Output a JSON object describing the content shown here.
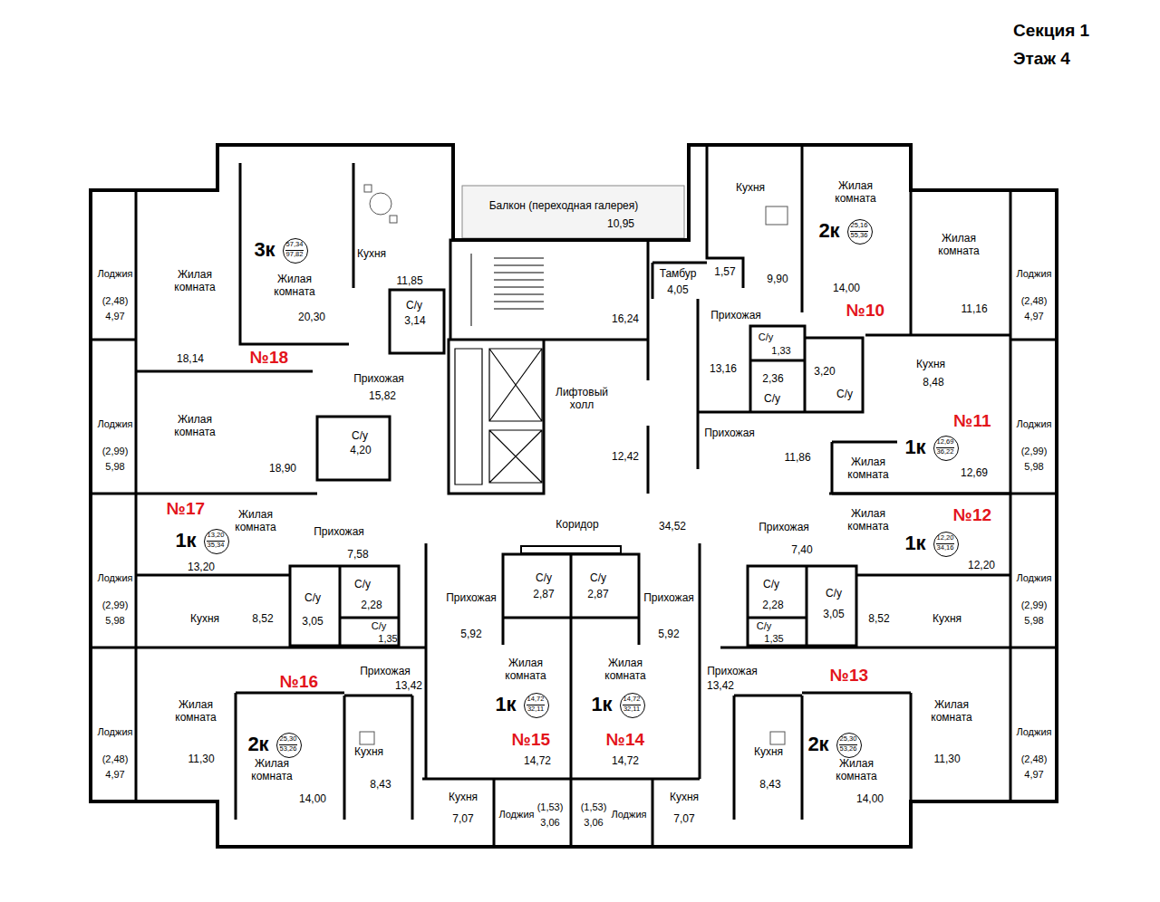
{
  "diagram": {
    "title": "Секция 1 Этаж 4",
    "nodes": [
      {
        "text": [
          "Лоджия",
          "(2,48)",
          "4,97"
        ]
      },
      {
        "text": [
          "Жилая комната",
          "18,14"
        ]
      },
      {
        "text": [
          "Жилая комната",
          "20,30"
        ]
      },
      {
        "text": [
          "3к",
          "57,34",
          "97,82"
        ],
        "in": 2
      },
      {
        "text": [
          "Кухня",
          "11,85"
        ]
      },
      {
        "text": [
          "С/у",
          "3,14"
        ]
      },
      {
        "text": [
          "Прихожая",
          "15,82"
        ]
      },
      {
        "text": [
          "С/у",
          "4,20"
        ]
      },
      {
        "text": [
          "Лоджия",
          "(2,99)",
          "5,98"
        ]
      },
      {
        "text": [
          "Жилая комната",
          "18,90"
        ]
      },
      {
        "text": [
          "Лоджия",
          "(2,99)",
          "5,98"
        ]
      },
      {
        "text": [
          "Жилая комната",
          "13,20"
        ]
      },
      {
        "text": [
          "1к",
          "13,20",
          "35,34"
        ],
        "in": 11
      },
      {
        "text": [
          "Кухня",
          "8,52"
        ]
      },
      {
        "text": [
          "Прихожая",
          "7,58"
        ]
      },
      {
        "text": [
          "С/у",
          "3,05"
        ]
      },
      {
        "text": [
          "С/у",
          "2,28"
        ]
      },
      {
        "text": [
          "С/у",
          "1,35"
        ]
      },
      {
        "text": [
          "Прихожая",
          "13,42"
        ]
      },
      {
        "text": [
          "Лоджия",
          "(2,48)",
          "4,97"
        ]
      },
      {
        "text": [
          "Жилая комната",
          "11,30"
        ]
      },
      {
        "text": [
          "Жилая комната",
          "14,00"
        ]
      },
      {
        "text": [
          "2к",
          "25,30",
          "53,26"
        ],
        "in": 21
      },
      {
        "text": [
          "Кухня",
          "8,43"
        ]
      },
      {
        "text": [
          "Балкон (переходная галерея)",
          "10,95"
        ]
      },
      {
        "text": [
          "Тамбур",
          "4,05"
        ]
      },
      {
        "text": [
          "16,24"
        ]
      },
      {
        "text": [
          "Лифтовый холл",
          "12,42"
        ]
      },
      {
        "text": [
          "Коридор",
          "34,52"
        ]
      },
      {
        "text": [
          "Прихожая",
          "5,92"
        ]
      },
      {
        "text": [
          "С/у",
          "2,87"
        ]
      },
      {
        "text": [
          "С/у",
          "2,87"
        ]
      },
      {
        "text": [
          "Прихожая",
          "5,92"
        ]
      },
      {
        "text": [
          "Жилая комната",
          "14,72"
        ]
      },
      {
        "text": [
          "1к",
          "14,72",
          "32,11"
        ],
        "in": 33
      },
      {
        "text": [
          "Жилая комната",
          "14,72"
        ]
      },
      {
        "text": [
          "1к",
          "14,72",
          "32,11"
        ],
        "in": 35
      },
      {
        "text": [
          "Кухня",
          "7,07"
        ]
      },
      {
        "text": [
          "Лоджия",
          "(1,53)",
          "3,06"
        ]
      },
      {
        "text": [
          "(1,53)",
          "3,06",
          "Лоджия"
        ]
      },
      {
        "text": [
          "Кухня",
          "7,07"
        ]
      },
      {
        "text": [
          "Кухня",
          "9,90"
        ]
      },
      {
        "text": [
          "1,57"
        ]
      },
      {
        "text": [
          "Жилая комната",
          "14,00"
        ]
      },
      {
        "text": [
          "2к",
          "25,16",
          "55,36"
        ],
        "in": 43
      },
      {
        "text": [
          "Жилая комната",
          "11,16"
        ]
      },
      {
        "text": [
          "Лоджия",
          "(2,48)",
          "4,97"
        ]
      },
      {
        "text": [
          "Прихожая",
          "13,16"
        ]
      },
      {
        "text": [
          "С/у",
          "1,33"
        ]
      },
      {
        "text": [
          "2,36",
          "С/у"
        ]
      },
      {
        "text": [
          "3,20",
          "С/у"
        ]
      },
      {
        "text": [
          "Кухня",
          "8,48"
        ]
      },
      {
        "text": [
          "Лоджия",
          "(2,99)",
          "5,98"
        ]
      },
      {
        "text": [
          "Прихожая",
          "11,86"
        ]
      },
      {
        "text": [
          "Жилая комната",
          "12,69"
        ]
      },
      {
        "text": [
          "1к",
          "12,69",
          "36,22"
        ],
        "in": 54
      },
      {
        "text": [
          "Лоджия",
          "(2,99)",
          "5,98"
        ]
      },
      {
        "text": [
          "Жилая комната",
          "12,20"
        ]
      },
      {
        "text": [
          "1к",
          "12,20",
          "34,16"
        ],
        "in": 57
      },
      {
        "text": [
          "Прихожая",
          "7,40"
        ]
      },
      {
        "text": [
          "С/у",
          "2,28"
        ]
      },
      {
        "text": [
          "С/у",
          "1,35"
        ]
      },
      {
        "text": [
          "С/у",
          "3,05"
        ]
      },
      {
        "text": [
          "8,52",
          "Кухня"
        ]
      },
      {
        "text": [
          "Лоджия",
          "(2,48)",
          "4,97"
        ]
      },
      {
        "text": [
          "Прихожая",
          "13,42"
        ]
      },
      {
        "text": [
          "Кухня",
          "8,43"
        ]
      },
      {
        "text": [
          "Жилая комната",
          "14,00"
        ]
      },
      {
        "text": [
          "2к",
          "25,30",
          "53,26"
        ],
        "in": 67
      },
      {
        "text": [
          "Жилая комната",
          "11,30"
        ]
      }
    ],
    "labels": [
      "№18",
      "№17",
      "№16",
      "№15",
      "№14",
      "№13",
      "№12",
      "№11",
      "№10"
    ]
  }
}
